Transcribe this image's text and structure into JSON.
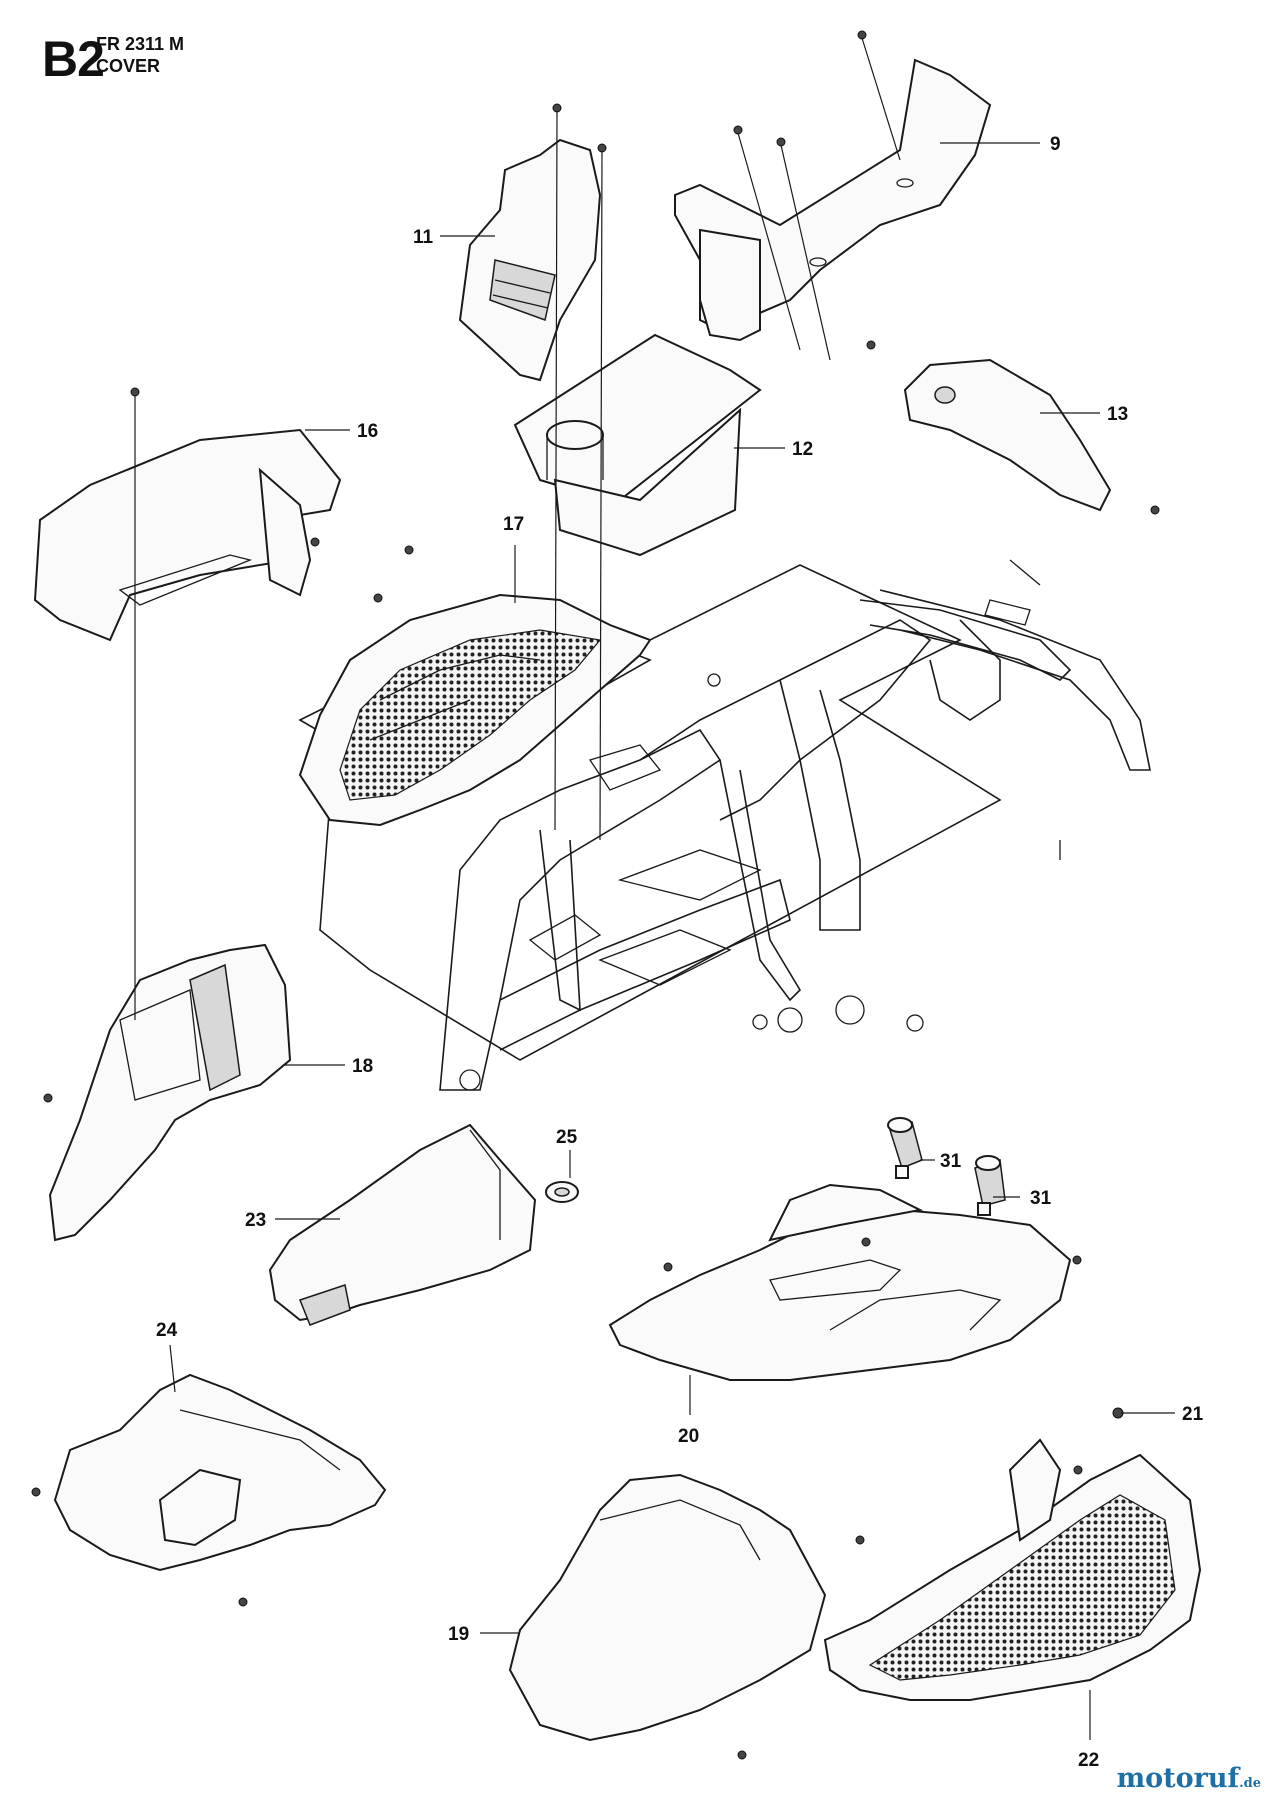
{
  "header": {
    "code": "B2",
    "model": "FR 2311 M",
    "subtitle": "COVER"
  },
  "callouts": [
    {
      "id": "c9",
      "label": "9"
    },
    {
      "id": "c11",
      "label": "11"
    },
    {
      "id": "c12",
      "label": "12"
    },
    {
      "id": "c13",
      "label": "13"
    },
    {
      "id": "c16",
      "label": "16"
    },
    {
      "id": "c17",
      "label": "17"
    },
    {
      "id": "c18",
      "label": "18"
    },
    {
      "id": "c25",
      "label": "25"
    },
    {
      "id": "c31a",
      "label": "31"
    },
    {
      "id": "c31b",
      "label": "31"
    },
    {
      "id": "c23",
      "label": "23"
    },
    {
      "id": "c24",
      "label": "24"
    },
    {
      "id": "c20",
      "label": "20"
    },
    {
      "id": "c21",
      "label": "21"
    },
    {
      "id": "c19",
      "label": "19"
    },
    {
      "id": "c22",
      "label": "22"
    }
  ],
  "watermark": {
    "brand": "motoruf",
    "tld": ".de"
  }
}
